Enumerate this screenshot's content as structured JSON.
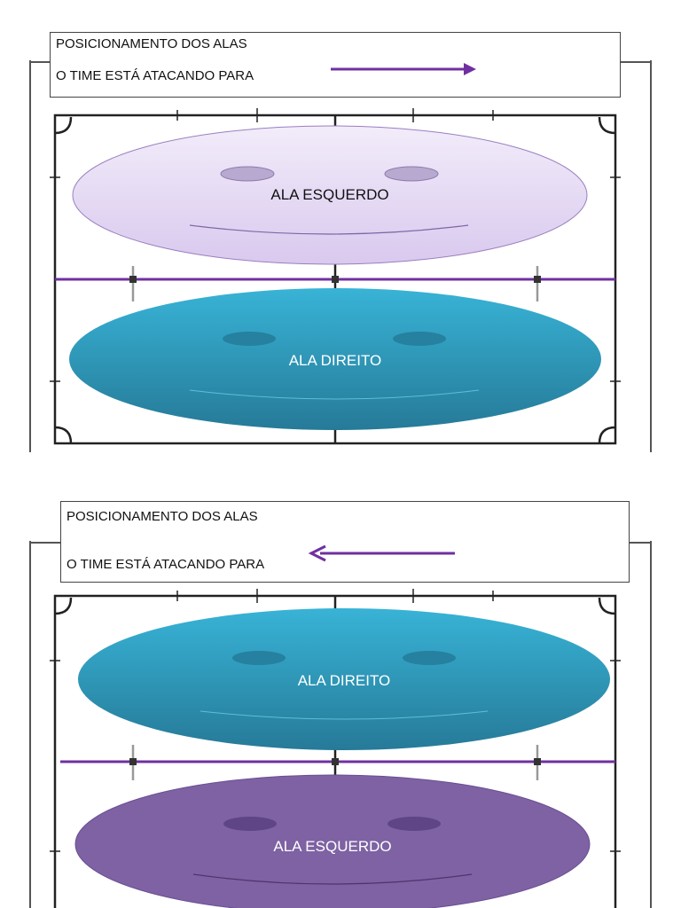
{
  "diagrams": [
    {
      "title": "POSICIONAMENTO DOS ALAS",
      "attack_text": "O TIME ESTÁ ATACANDO PARA",
      "attack_direction": "right",
      "top_player": {
        "label": "ALA ESQUERDO",
        "color": "#e4d9f2"
      },
      "bottom_player": {
        "label": "ALA DIREITO",
        "color": "#2f9fc0"
      }
    },
    {
      "title": "POSICIONAMENTO DOS ALAS",
      "attack_text": "O TIME ESTÁ ATACANDO PARA",
      "attack_direction": "left",
      "top_player": {
        "label": "ALA DIREITO",
        "color": "#2f9fc0"
      },
      "bottom_player": {
        "label": "ALA ESQUERDO",
        "color": "#7e62a3"
      }
    }
  ],
  "colors": {
    "arrow": "#7030a0",
    "midline": "#7030a0",
    "court_lines": "#222222"
  }
}
